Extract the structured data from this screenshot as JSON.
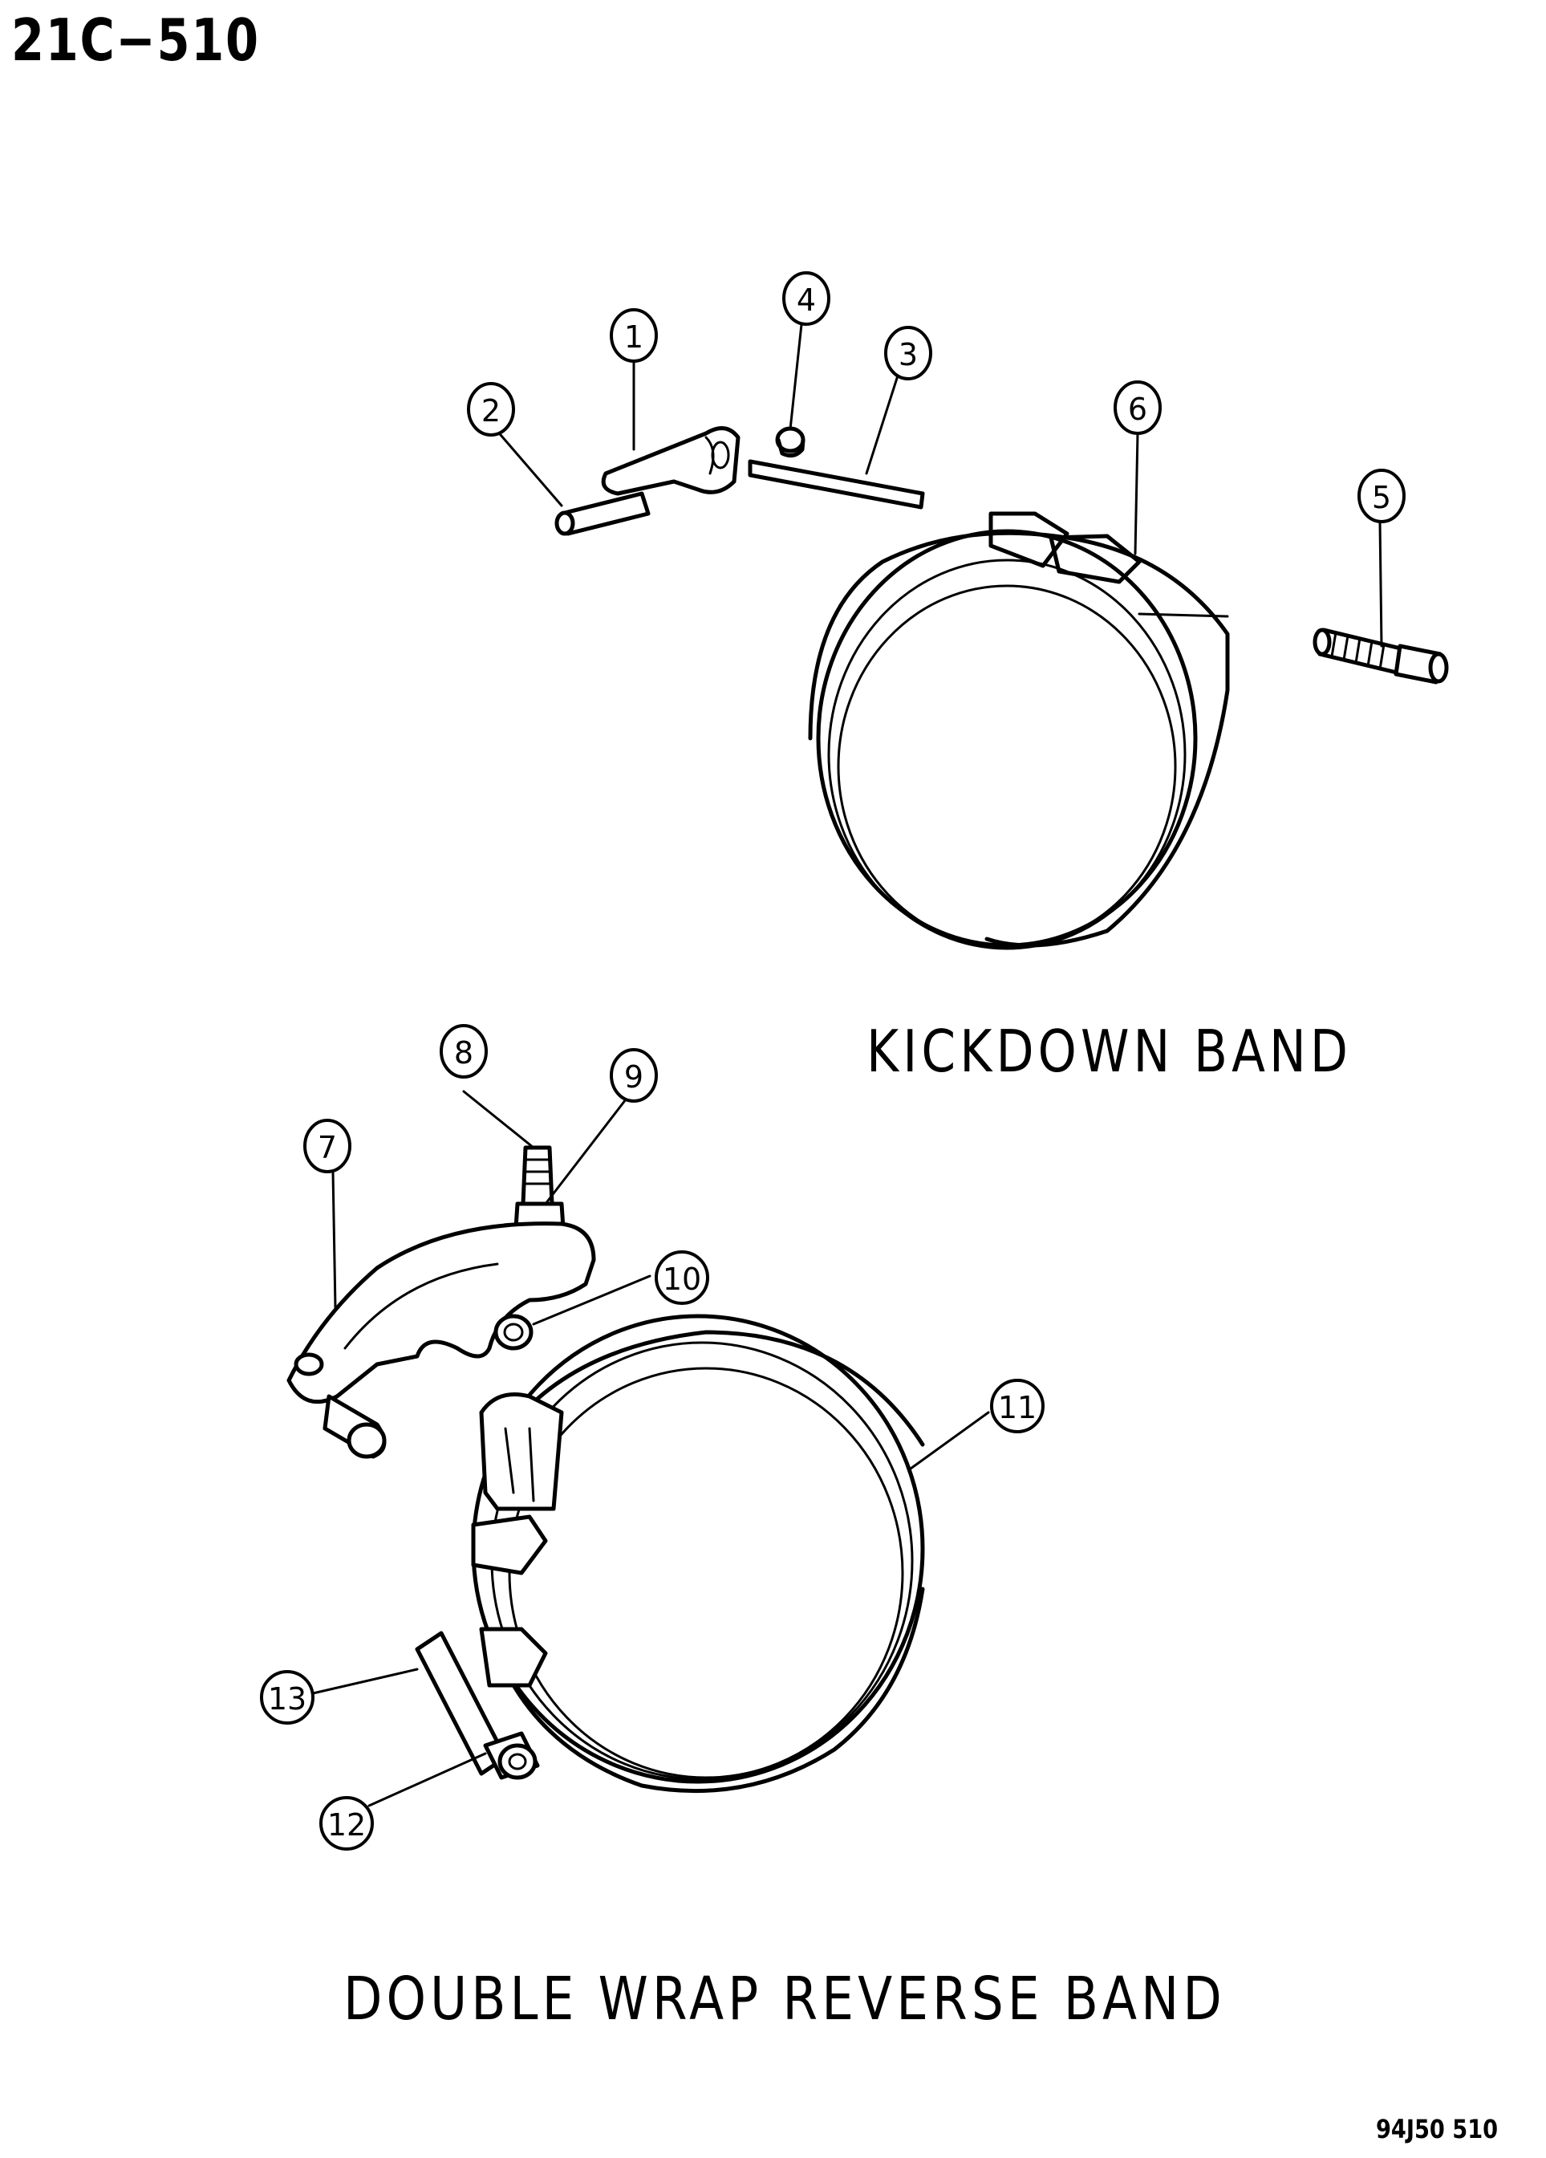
{
  "page_code": "21C−510",
  "captions": {
    "kickdown": "KICKDOWN BAND",
    "reverse": "DOUBLE WRAP REVERSE BAND"
  },
  "figure_id": "94J50 510",
  "callouts": [
    "1",
    "2",
    "3",
    "4",
    "5",
    "6",
    "7",
    "8",
    "9",
    "10",
    "11",
    "12",
    "13"
  ]
}
